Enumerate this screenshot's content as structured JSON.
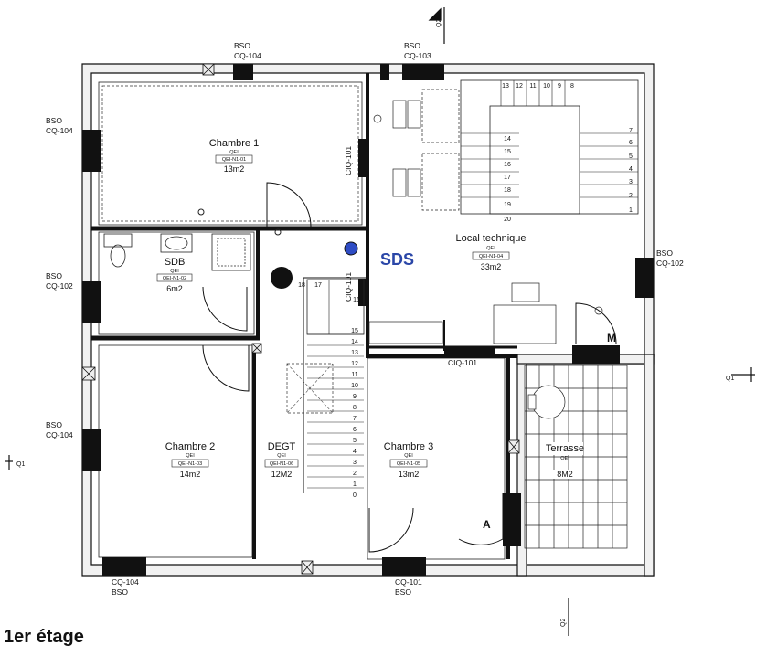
{
  "floor_title": "1er étage",
  "sds_label": "SDS",
  "rooms": {
    "chambre1": {
      "name": "Chambre 1",
      "code": "QEI",
      "ref": "QEI-N1-01",
      "area": "13m2"
    },
    "sdb": {
      "name": "SDB",
      "code": "QEI",
      "ref": "QEI-N1-02",
      "area": "6m2"
    },
    "local": {
      "name": "Local technique",
      "code": "QEI",
      "ref": "QEI-N1-04",
      "area": "33m2"
    },
    "chambre2": {
      "name": "Chambre 2",
      "code": "QEI",
      "ref": "QEI-N1-03",
      "area": "14m2"
    },
    "degt": {
      "name": "DEGT",
      "code": "QEI",
      "ref": "QEI-N1-06",
      "area": "12M2"
    },
    "chambre3": {
      "name": "Chambre 3",
      "code": "QEI",
      "ref": "QEI-N1-05",
      "area": "13m2"
    },
    "terrasse": {
      "name": "Terrasse",
      "code": "QEI",
      "area": "8M2"
    }
  },
  "window_labels": {
    "top_left": [
      "BSO",
      "CQ-104"
    ],
    "top_right": [
      "BSO",
      "CQ-103"
    ],
    "left_top": [
      "BSO",
      "CQ-104"
    ],
    "left_mid": [
      "BSO",
      "CQ-102"
    ],
    "left_bottom": [
      "BSO",
      "CQ-104"
    ],
    "right_mid": [
      "BSO",
      "CQ-102"
    ],
    "bottom_left": [
      "CQ-104",
      "BSO"
    ],
    "bottom_mid": [
      "CQ-101",
      "BSO"
    ]
  },
  "door_labels": {
    "d1": "CIQ-101",
    "d2": "CIQ-101",
    "d3": "CIQ-101"
  },
  "markers": {
    "m": "M",
    "a": "A"
  },
  "section_marks": {
    "q1": "Q1",
    "q2": "Q2"
  },
  "stairs_right_top": [
    "13",
    "12",
    "11",
    "10",
    "9",
    "8"
  ],
  "stairs_right_side": [
    "7",
    "6",
    "5",
    "4",
    "3",
    "2",
    "1"
  ],
  "stairs_right_mid": [
    "14",
    "15",
    "16",
    "17",
    "18",
    "19",
    "20"
  ],
  "stairs_left_top": [
    "17",
    "16"
  ],
  "stairs_left_mark": "18",
  "stairs_left": [
    "15",
    "14",
    "13",
    "12",
    "11",
    "10",
    "9",
    "8",
    "7",
    "6",
    "5",
    "4",
    "3",
    "2",
    "1",
    "0"
  ]
}
